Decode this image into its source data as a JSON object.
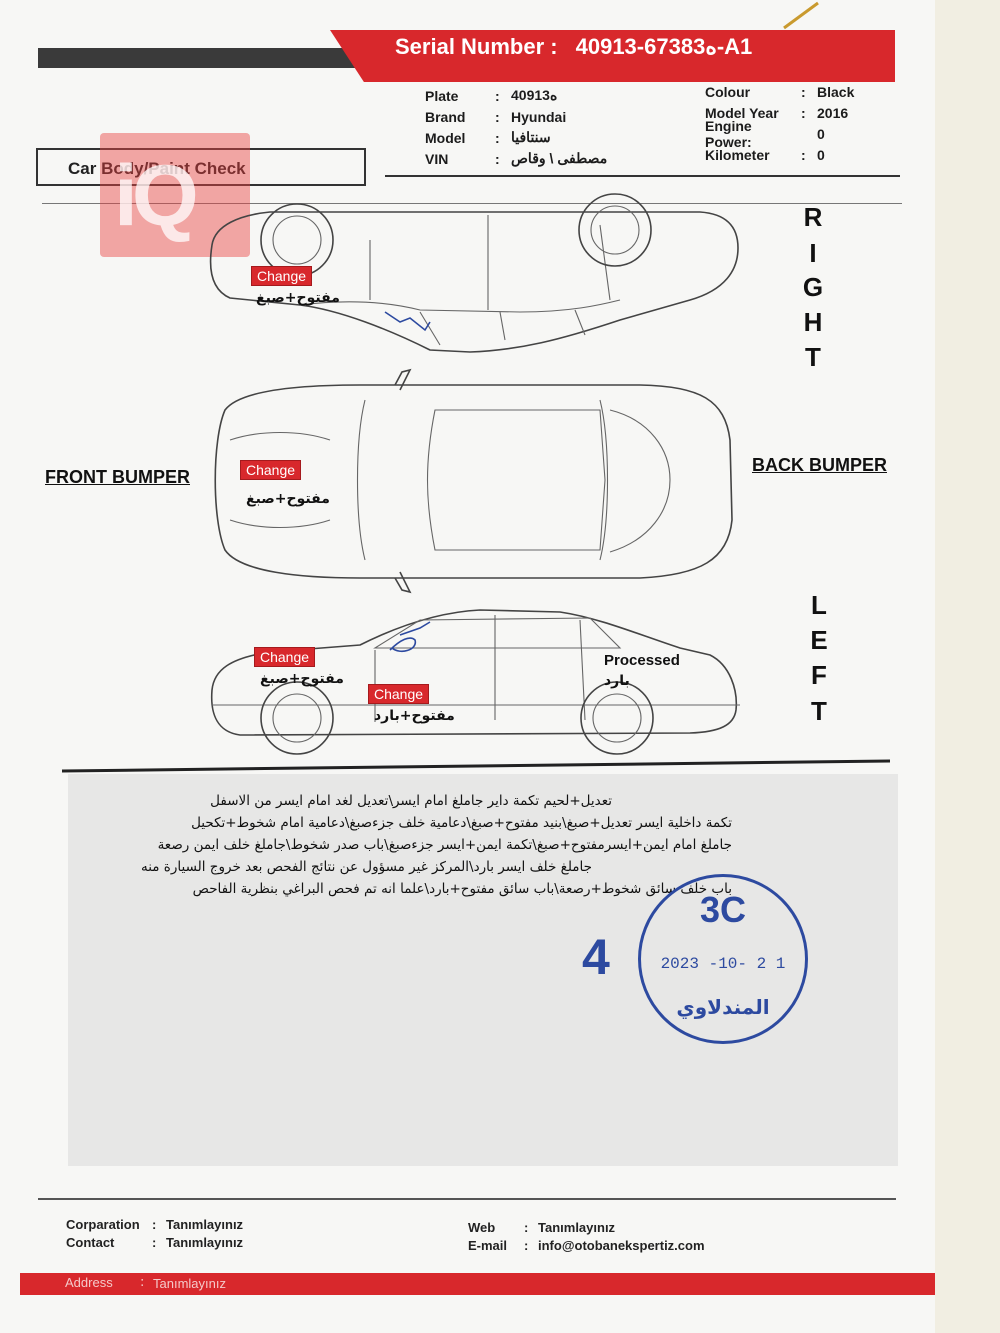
{
  "header": {
    "serial_label": "Serial Number :",
    "serial_value": "ه67383-40913-A1"
  },
  "vehicle_left": [
    {
      "key": "Plate",
      "value": "ه40913"
    },
    {
      "key": "Brand",
      "value": "Hyundai"
    },
    {
      "key": "Model",
      "value": "سنتافيا"
    },
    {
      "key": "VIN",
      "value": "مصطفى \\ وقاص"
    }
  ],
  "vehicle_right": [
    {
      "key": "Colour",
      "value": "Black"
    },
    {
      "key": "Model Year",
      "value": "2016"
    },
    {
      "key": "Engine Power:",
      "value": "0"
    },
    {
      "key": "Kilometer",
      "value": "0"
    }
  ],
  "section_title": "Car Body/Paint Check",
  "logo_text": "iQ",
  "sides": {
    "right": [
      "R",
      "I",
      "G",
      "H",
      "T"
    ],
    "left": [
      "L",
      "E",
      "F",
      "T"
    ],
    "front": "FRONT BUMPER",
    "back": "BACK BUMPER"
  },
  "marks": {
    "right_front": {
      "tag": "Change",
      "note": "مفتوح+صبغ"
    },
    "top_hood": {
      "tag": "Change",
      "note": "مفتوح+صبغ"
    },
    "left_fender": {
      "tag": "Change",
      "note": "مفتوح+صبغ"
    },
    "left_door": {
      "tag": "Change",
      "note": "مفتوح+بارد"
    },
    "left_rear": {
      "tag": "Processed",
      "note": "بارد"
    }
  },
  "notes": [
    "تعديل+لحيم تكمة داير جاملغ امام ايسر\\تعديل لغد امام ايسر من الاسفل",
    "تكمة داخلية ايسر تعديل+صبغ\\بنيد مفتوح+صبغ\\دعامية خلف جزءصبغ\\دعامية امام شخوط+تكحيل",
    "جاملغ امام ايمن+ايسرمفتوح+صبغ\\تكمة ايمن+ايسر جزءصبغ\\باب صدر شخوط\\جاملغ خلف ايمن رصعة",
    "جاملغ خلف ايسر بارد\\المركز غير مسؤول عن نتائج الفحص بعد خروج السيارة منه",
    "باب خلف سائق شخوط+رصعة\\باب سائق مفتوح+بارد\\علما انه تم فحص البراغي بنظرية الفاحص"
  ],
  "stamp": {
    "code": "3C",
    "date": "2023 -10- 2 1",
    "name": "المندلاوي",
    "number": "4"
  },
  "footer": {
    "corporation": {
      "key": "Corparation",
      "value": "Tanımlayınız"
    },
    "contact": {
      "key": "Contact",
      "value": "Tanımlayınız"
    },
    "web": {
      "key": "Web",
      "value": "Tanımlayınız"
    },
    "email": {
      "key": "E-mail",
      "value": "info@otobanekspertiz.com"
    },
    "address": {
      "key": "Address",
      "value": "Tanımlayınız"
    }
  },
  "colors": {
    "brand_red": "#d8282c",
    "stamp_blue": "#2d4aa0"
  }
}
